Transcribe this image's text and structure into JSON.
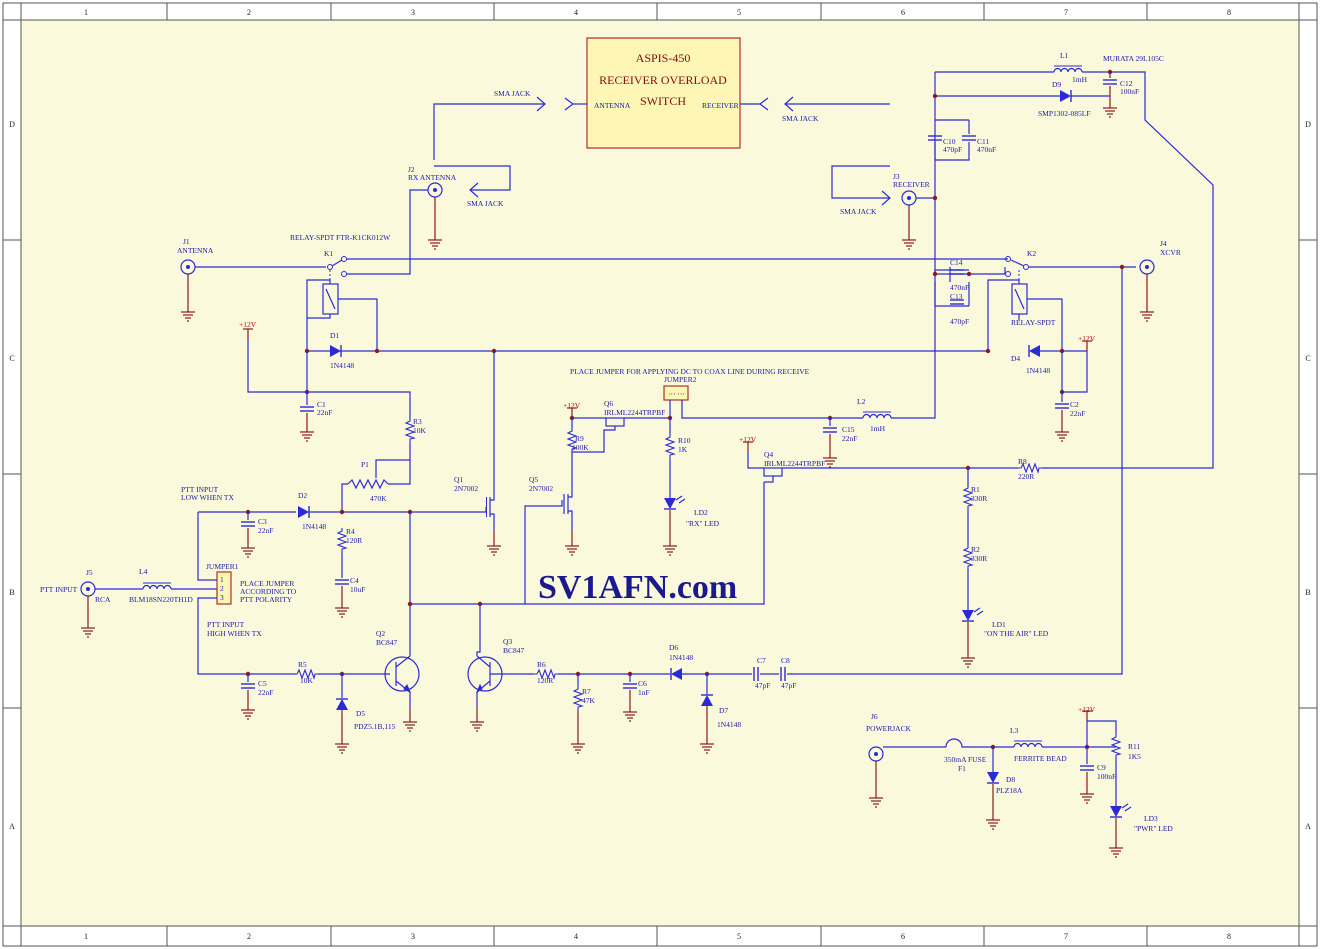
{
  "title_block": {
    "line1": "ASPIS-450",
    "line2": "RECEIVER OVERLOAD",
    "line3": "SWITCH",
    "left_port": "ANTENNA",
    "right_port": "RECEIVER"
  },
  "watermark": "SV1AFN.com",
  "border": {
    "columns": [
      "1",
      "2",
      "3",
      "4",
      "5",
      "6",
      "7",
      "8"
    ],
    "rows": [
      "D",
      "C",
      "B",
      "A"
    ]
  },
  "notes": {
    "jumper2_note": "PLACE JUMPER FOR APPLYING DC TO COAX LINE DURING RECEIVE",
    "jumper1_note": [
      "PLACE JUMPER",
      "ACCORDING TO",
      "PTT POLARITY"
    ],
    "ptt_low": [
      "PTT INPUT",
      "LOW WHEN TX"
    ],
    "ptt_high": [
      "PTT INPUT",
      "HIGH WHEN TX"
    ]
  },
  "connectors": {
    "j1": [
      "J1",
      "ANTENNA"
    ],
    "j2": [
      "J2",
      "RX ANTENNA"
    ],
    "j3": [
      "J3",
      "RECEIVER"
    ],
    "j4": [
      "J4",
      "XCVR"
    ],
    "j5": [
      "J5",
      "PTT INPUT",
      "RCA"
    ],
    "j6": [
      "J6",
      "POWERJACK"
    ],
    "sma1": "SMA JACK",
    "sma2": "SMA JACK",
    "sma3": "SMA JACK",
    "sma4": "SMA JACK"
  },
  "relays": {
    "k1": [
      "K1",
      "RELAY-SPDT FTR-K1CK012W"
    ],
    "k2": [
      "K2",
      "RELAY-SPDT"
    ]
  },
  "power": "+12V",
  "parts": {
    "d1": [
      "D1",
      "1N4148"
    ],
    "d2": [
      "D2",
      "1N4148"
    ],
    "d4": [
      "D4",
      "1N4148"
    ],
    "d5": [
      "D5",
      "PDZ5.1B,115"
    ],
    "d6": [
      "D6",
      "1N4148"
    ],
    "d7": [
      "D7",
      "1N4148"
    ],
    "d8": [
      "D8",
      "PLZ18A"
    ],
    "d9": [
      "D9",
      "SMP1302-085LF"
    ],
    "c1": [
      "C1",
      "22nF"
    ],
    "c2": [
      "C2",
      "22nF"
    ],
    "c3": [
      "C3",
      "22nF"
    ],
    "c4": [
      "C4",
      "10uF"
    ],
    "c5": [
      "C5",
      "22nF"
    ],
    "c6": [
      "C6",
      "1nF"
    ],
    "c7": [
      "C7",
      "47pF"
    ],
    "c8": [
      "C8",
      "47pF"
    ],
    "c9": [
      "C9",
      "100nF"
    ],
    "c10": [
      "C10",
      "470pF"
    ],
    "c11": [
      "C11",
      "470nF"
    ],
    "c12": [
      "C12",
      "100nF"
    ],
    "c13": [
      "C13",
      "470pF"
    ],
    "c14": [
      "C14",
      "470nF"
    ],
    "c15": [
      "C15",
      "22nF"
    ],
    "r1": [
      "R1",
      "330R"
    ],
    "r2": [
      "R2",
      "330R"
    ],
    "r3": [
      "R3",
      "10K"
    ],
    "r4": [
      "R4",
      "120R"
    ],
    "r5": [
      "R5",
      "10K"
    ],
    "r6": [
      "R6",
      "120R"
    ],
    "r7": [
      "R7",
      "47K"
    ],
    "r8": [
      "R8",
      "220R"
    ],
    "r9": [
      "R9",
      "100K"
    ],
    "r10": [
      "R10",
      "1K"
    ],
    "r11": [
      "R11",
      "1K5"
    ],
    "p1": [
      "P1",
      "470K"
    ],
    "l1": [
      "L1",
      "MURATA 29L105C",
      "1mH"
    ],
    "l2": [
      "L2",
      "1mH"
    ],
    "l3": [
      "L3",
      "FERRITE BEAD"
    ],
    "l4": [
      "L4",
      "BLM18SN220TH1D"
    ],
    "q1": [
      "Q1",
      "2N7002"
    ],
    "q2": [
      "Q2",
      "BC847"
    ],
    "q3": [
      "Q3",
      "BC847"
    ],
    "q4": [
      "Q4",
      "IRLML2244TRPBF"
    ],
    "q5": [
      "Q5",
      "2N7002"
    ],
    "q6": [
      "Q6",
      "IRLML2244TRPBF"
    ],
    "f1": [
      "F1",
      "350mA FUSE"
    ],
    "ld1": [
      "LD1",
      "\"ON THE AIR\" LED"
    ],
    "ld2": [
      "LD2",
      "\"RX\" LED"
    ],
    "ld3": [
      "LD3",
      "\"PWR\" LED"
    ],
    "jumper1": [
      "JUMPER1",
      "1",
      "2",
      "3"
    ],
    "jumper2": "JUMPER2"
  }
}
